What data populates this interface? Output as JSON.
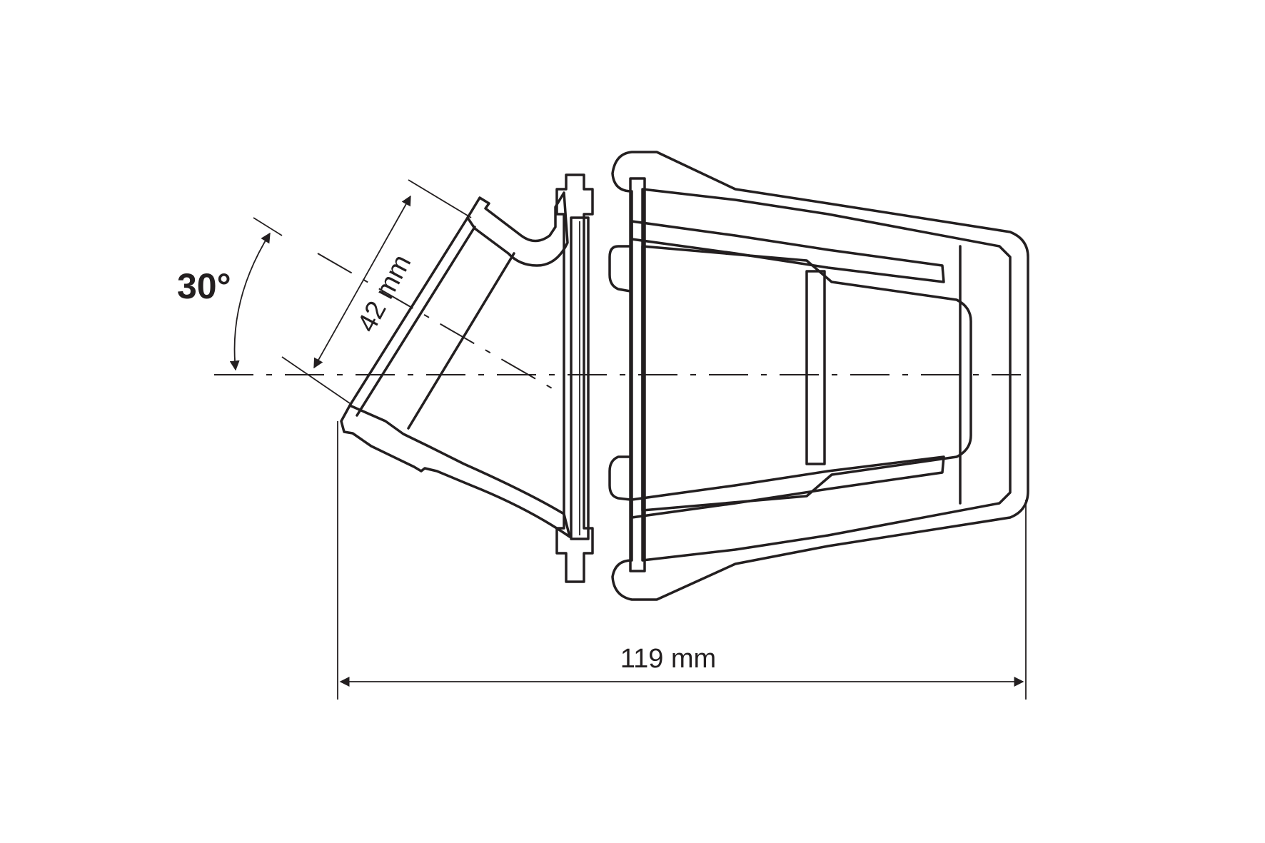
{
  "drawing": {
    "angle_label": "30°",
    "diameter_label": "42 mm",
    "length_label": "119 mm",
    "line_color": "#231f20",
    "background_color": "#ffffff"
  }
}
